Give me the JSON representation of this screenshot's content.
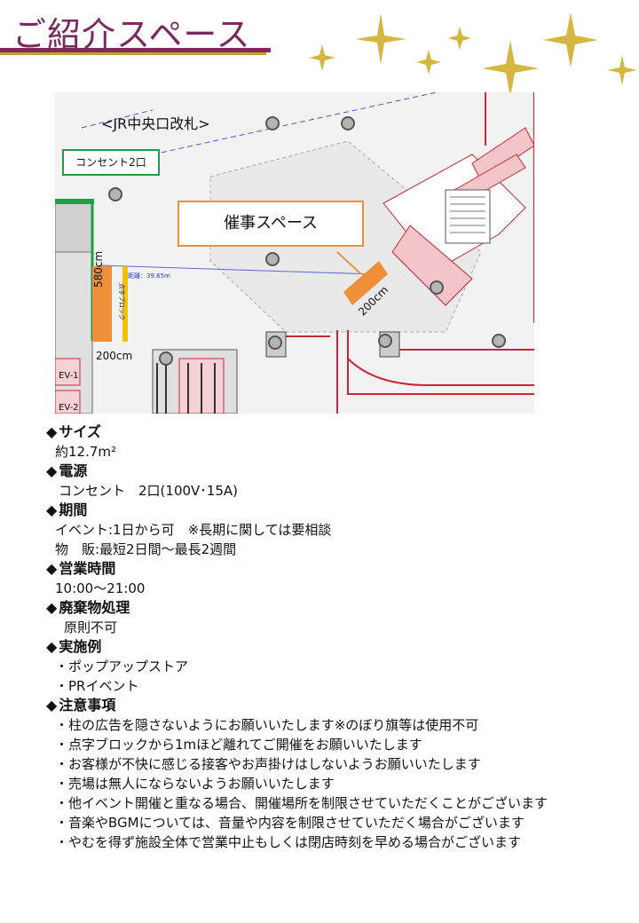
{
  "title": "ご紹介スペース",
  "map": {
    "gate_label": "<JR中央口改札>",
    "outlet_label": "コンセント2口",
    "event_space_label": "催事スペース",
    "dim_vertical": "580cm",
    "dim_horizontal": "200cm",
    "dim_diagonal": "200cm",
    "distance_label": "距離：39.65m",
    "tenji_label": "点字ブロック",
    "ev1": "EV-1",
    "ev2": "EV-2"
  },
  "sections": [
    {
      "heading": "サイズ",
      "lines": [
        "約12.7m²"
      ]
    },
    {
      "heading": "電源",
      "lines": [
        "コンセント　2口(100V･15A)"
      ]
    },
    {
      "heading": "期間",
      "lines": [
        "イベント:1日から可　※長期に関しては要相談",
        "物　販:最短2日間～最長2週間"
      ]
    },
    {
      "heading": "営業時間",
      "lines": [
        "10:00～21:00"
      ]
    },
    {
      "heading": "廃棄物処理",
      "lines": [
        "原則不可"
      ]
    },
    {
      "heading": "実施例",
      "lines": [
        "・ポップアップストア",
        "・PRイベント"
      ]
    },
    {
      "heading": "注意事項",
      "lines": [
        "・柱の広告を隠さないようにお願いいたします※のぼり旗等は使用不可",
        "・点字ブロックから1mほど離れてご開催をお願いいたします",
        "・お客様が不快に感じる接客やお声掛けはしないようお願いいたします",
        "・売場は無人にならないようお願いいたします",
        "・他イベント開催と重なる場合、開催場所を制限させていただくことがございます",
        "・音楽やBGMについては、音量や内容を制限させていただく場合がございます",
        "・やむを得ず施設全体で営業中止もしくは閉店時刻を早める場合がございます"
      ]
    }
  ],
  "colors": {
    "title": "#7a2a5e",
    "accent_gold": "#c9a12a",
    "outlet_green": "#1e9e46",
    "event_orange": "#ef8f3a",
    "wall_red": "#c8283a"
  }
}
